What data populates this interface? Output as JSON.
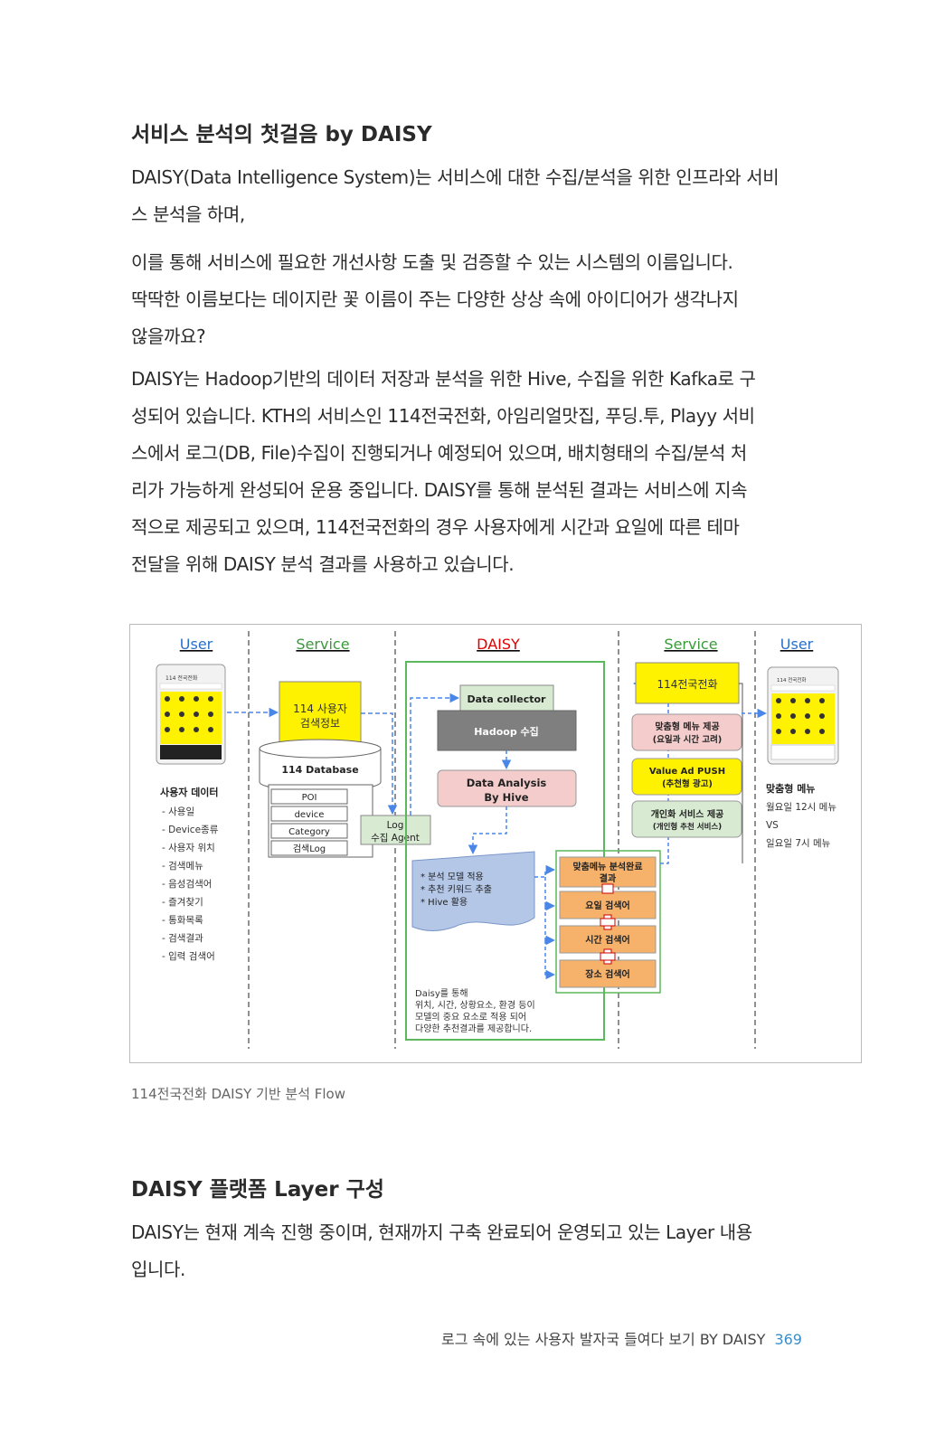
{
  "section1": {
    "title": "서비스 분석의 첫걸음 by DAISY",
    "p1": [
      "DAISY(Data Intelligence System)는 서비스에 대한 수집/분석을 위한 인프라와 서비",
      "스 분석을 하며,"
    ],
    "p2": [
      "이를 통해 서비스에 필요한 개선사항 도출 및 검증할 수 있는 시스템의 이름입니다.",
      "딱딱한 이름보다는 데이지란 꽃 이름이 주는 다양한 상상 속에 아이디어가 생각나지",
      "않을까요?"
    ],
    "p3": [
      "DAISY는 Hadoop기반의 데이터 저장과 분석을 위한 Hive, 수집을 위한 Kafka로 구",
      "성되어 있습니다. KTH의 서비스인 114전국전화, 아임리얼맛집, 푸딩.투, Playy 서비",
      "스에서 로그(DB, File)수집이 진행되거나 예정되어 있으며, 배치형태의 수집/분석 처",
      "리가 가능하게 완성되어 운용 중입니다. DAISY를 통해 분석된 결과는 서비스에 지속",
      "적으로 제공되고 있으며, 114전국전화의 경우 사용자에게 시간과 요일에 따른 테마",
      "전달을 위해 DAISY 분석 결과를 사용하고 있습니다."
    ]
  },
  "figure": {
    "caption": "114전국전화 DAISY 기반 분석 Flow",
    "col_headers": {
      "user_left": "User",
      "service_left": "Service",
      "daisy": "DAISY",
      "service_right": "Service",
      "user_right": "User"
    },
    "phone_title": "114 전국전화",
    "user_data_title": "사용자 데이터",
    "user_data_items": [
      "- 사용일",
      "- Device종류",
      "- 사용자 위치",
      "- 검색메뉴",
      "- 음성검색어",
      "- 즐겨찾기",
      "- 통화목록",
      "- 검색결과",
      "- 입력 검색어"
    ],
    "search_info": [
      "114 사용자",
      "검색정보"
    ],
    "database_title": "114 Database",
    "database_tables": [
      "POI",
      "device",
      "Category",
      "검색Log"
    ],
    "log_agent": [
      "Log",
      "수집 Agent"
    ],
    "data_collector": "Data collector",
    "hadoop": "Hadoop 수집",
    "data_analysis": [
      "Data Analysis",
      "By Hive"
    ],
    "analysis_notes": [
      "* 분석 모델 적용",
      "* 추천 키워드 추출",
      "* Hive 활용"
    ],
    "result_boxes": [
      [
        "맞춤메뉴 분석완료",
        "결과"
      ],
      [
        "요일 검색어"
      ],
      [
        "시간 검색어"
      ],
      [
        "장소 검색어"
      ]
    ],
    "daisy_note": [
      "Daisy를 통해",
      "위치, 시간, 상황요소, 환경 등이",
      "모델의 중요 요소로 적용 되어",
      "다양한 추천결과를 제공합니다."
    ],
    "service_114": "114전국전화",
    "custom_menu": [
      "맞춤형 메뉴 제공",
      "(요일과 시간 고려)"
    ],
    "value_push": [
      "Value Ad PUSH",
      "(추천형 광고)"
    ],
    "personal_service": [
      "개인화 서비스 제공",
      "(개인형 추천 서비스)"
    ],
    "custom_menu_title": "맞춤형 메뉴",
    "custom_menu_items": [
      "월요일 12시 메뉴",
      "VS",
      "일요일 7시 메뉴"
    ],
    "colors": {
      "yellow": "#fff200",
      "green_box": "#d9ead3",
      "pink": "#f4cccc",
      "orange": "#f6b26b",
      "blue_doc": "#b4c7e7",
      "gray": "#7f7f7f",
      "arrow": "#4a86e8",
      "daisy_red": "#e00000",
      "green_text": "#3a9a3a",
      "blue_text": "#2a6fc9"
    }
  },
  "section2": {
    "title": "DAISY 플랫폼 Layer 구성",
    "p1": [
      "DAISY는 현재 계속 진행 중이며, 현재까지 구축 완료되어 운영되고 있는 Layer 내용",
      "입니다."
    ]
  },
  "footer": {
    "running_title": "로그 속에 있는  사용자 발자국 들여다 보기 BY DAISY",
    "page_number": "369"
  }
}
